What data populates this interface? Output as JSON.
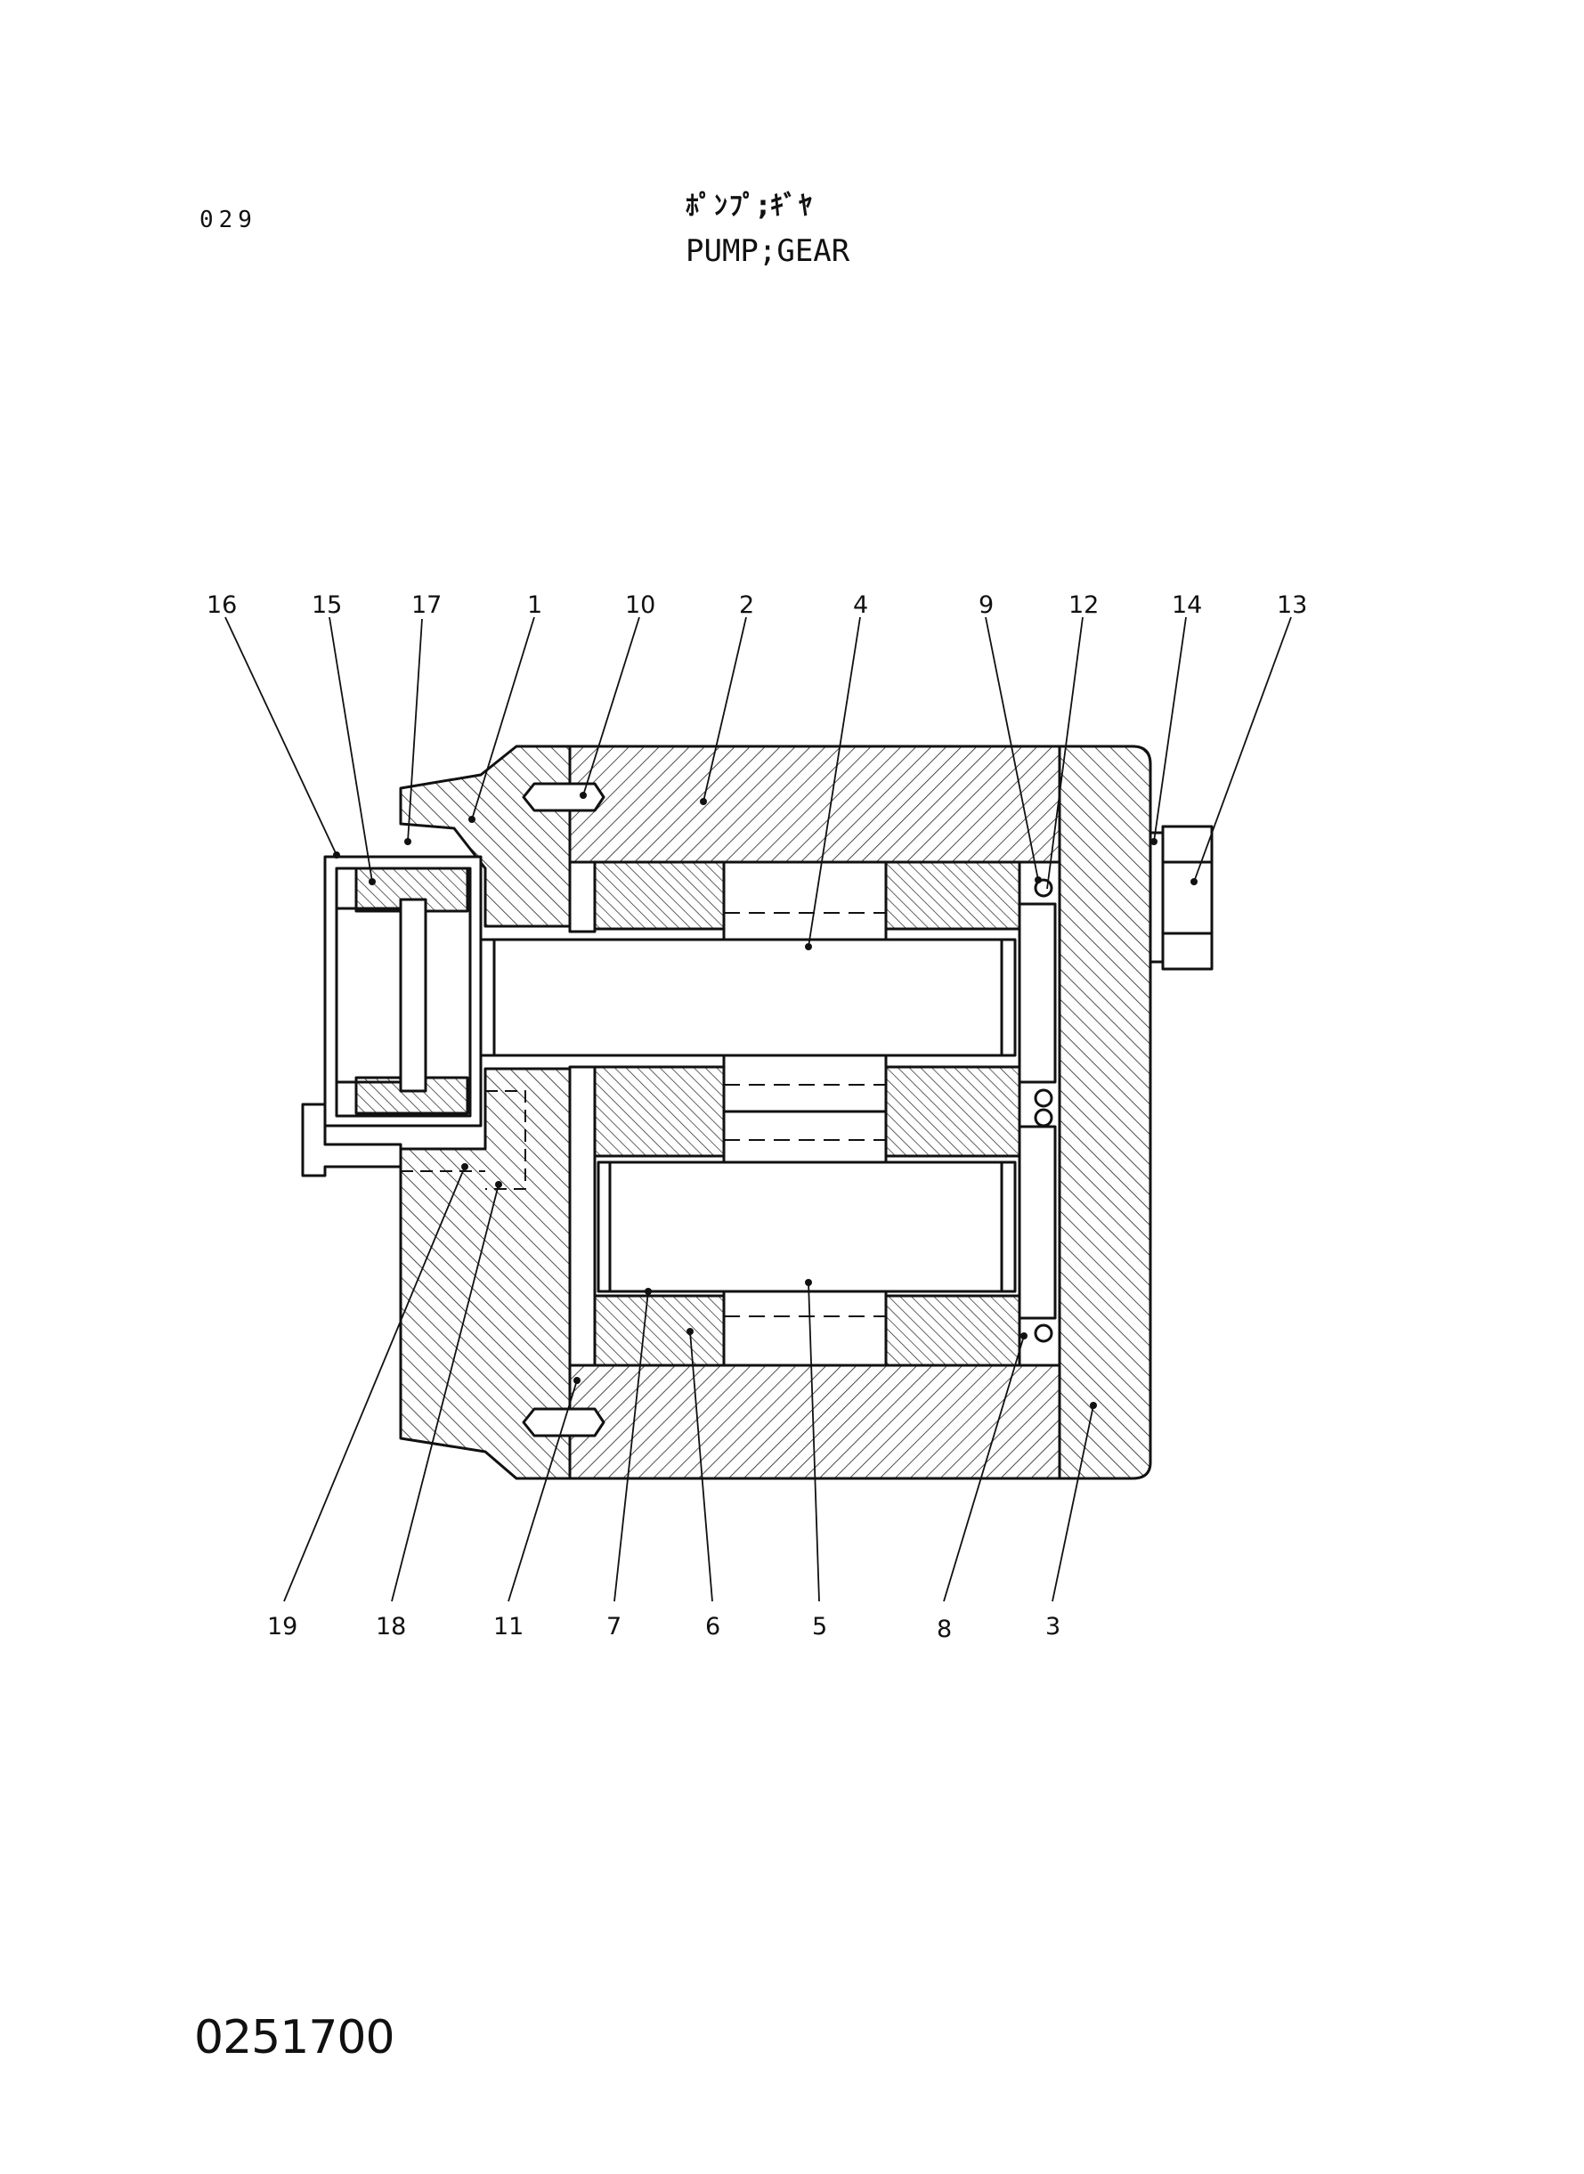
{
  "page_number": "029",
  "title_jp": "ﾎﾟﾝﾌﾟ;ｷﾞﾔ",
  "title_en": "PUMP;GEAR",
  "drawing_number": "0251700",
  "callouts": [
    "1",
    "2",
    "3",
    "4",
    "5",
    "6",
    "7",
    "8",
    "9",
    "10",
    "11",
    "12",
    "13",
    "14",
    "15",
    "16",
    "17",
    "18",
    "19"
  ]
}
